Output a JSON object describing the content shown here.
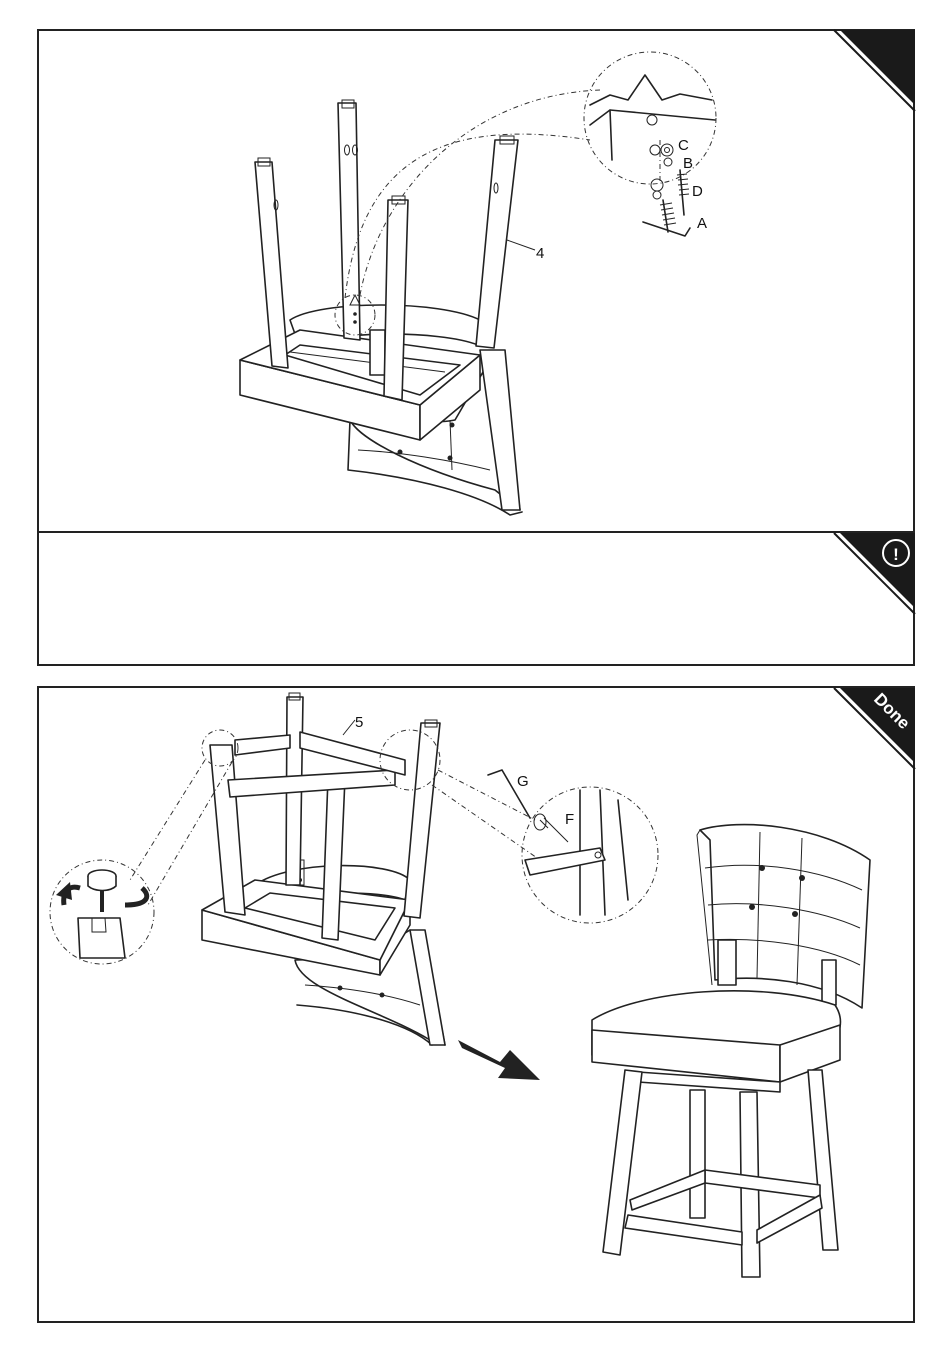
{
  "step4": {
    "part_label": "4",
    "callouts": [
      "C",
      "B",
      "D",
      "A"
    ]
  },
  "note": {
    "icon": "warning-exclamation-icon",
    "symbol": "!"
  },
  "step5": {
    "part_label": "5",
    "callouts": [
      "G",
      "F"
    ],
    "badge": "Done"
  },
  "colors": {
    "line": "#222222",
    "corner": "#1a1a1a",
    "background": "#ffffff"
  }
}
